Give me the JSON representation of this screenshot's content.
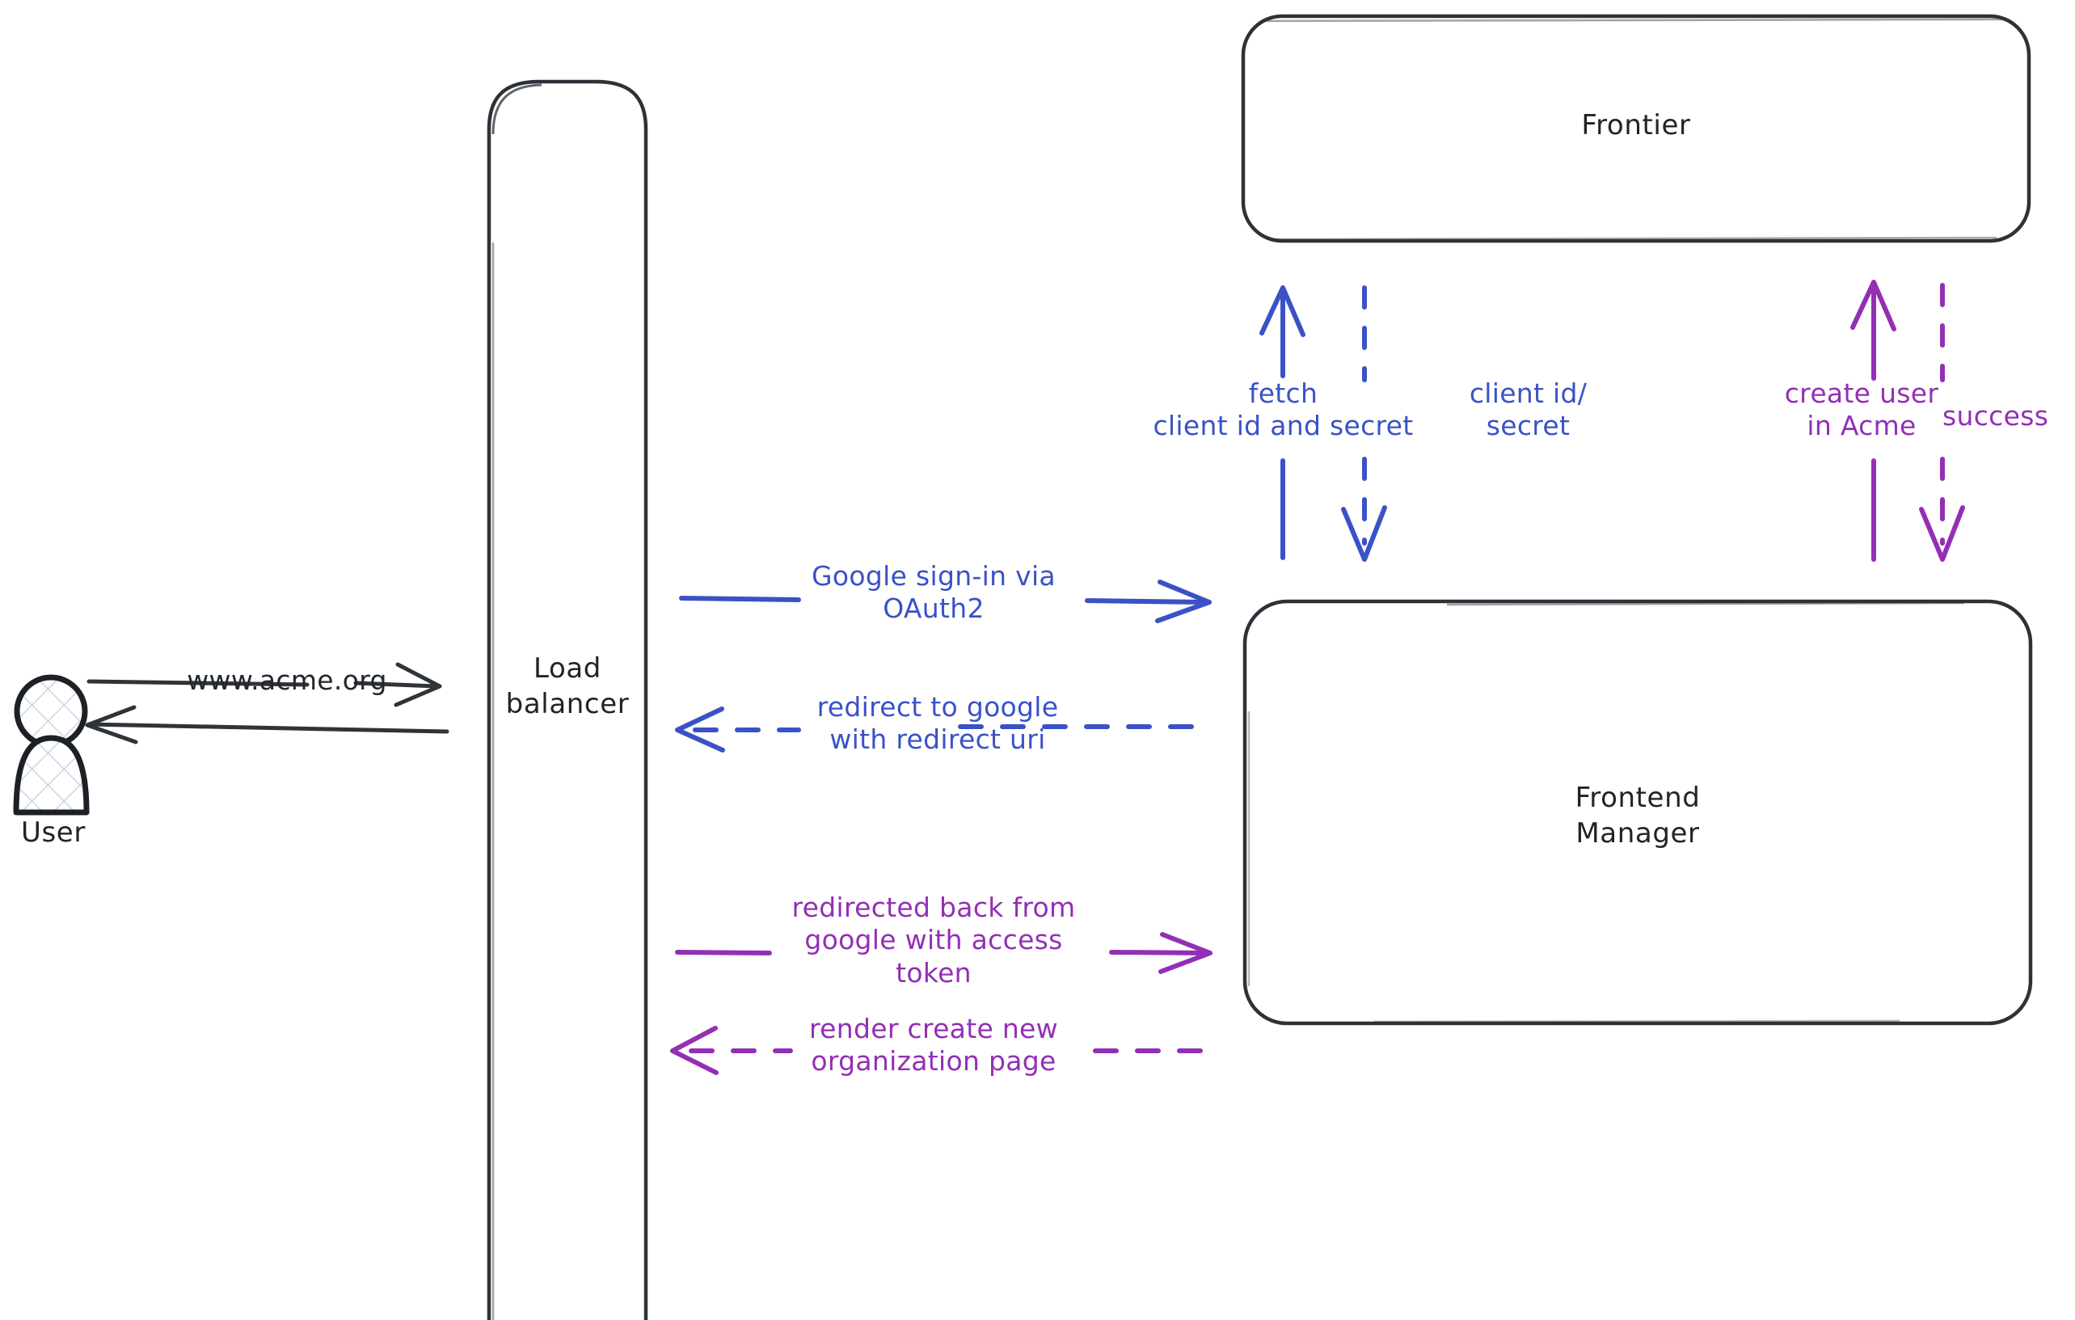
{
  "diagram": {
    "title": "Google OAuth2 sign-in sequence",
    "background": "#ffffff",
    "colors": {
      "stroke_dark": "#23272b",
      "blue": "#3a52c6",
      "purple": "#932fb5",
      "actor_fill": "#f4f6fb"
    }
  },
  "actors": [
    {
      "id": "user",
      "label": "User",
      "shape": "person-icon"
    }
  ],
  "nodes": [
    {
      "id": "load-balancer",
      "label": "Load\nbalancer",
      "shape": "rounded-rect"
    },
    {
      "id": "frontier",
      "label": "Frontier",
      "shape": "rounded-rect"
    },
    {
      "id": "frontend-manager",
      "label": "Frontend\nManager",
      "shape": "rounded-rect"
    }
  ],
  "edges": [
    {
      "id": "user-to-lb",
      "label": "www.acme.org",
      "color": "#23272b",
      "style": "solid",
      "direction": "right",
      "from": "user",
      "to": "load-balancer"
    },
    {
      "id": "lb-to-user",
      "label": "",
      "color": "#23272b",
      "style": "solid",
      "direction": "left",
      "from": "load-balancer",
      "to": "user"
    },
    {
      "id": "lb-to-fm-signin",
      "label": "Google sign-in via\nOAuth2",
      "color": "#3a52c6",
      "style": "solid",
      "direction": "right",
      "from": "load-balancer",
      "to": "frontend-manager"
    },
    {
      "id": "fm-to-lb-redirect",
      "label": "redirect to google\nwith redirect uri",
      "color": "#3a52c6",
      "style": "dashed",
      "direction": "left",
      "from": "frontend-manager",
      "to": "load-balancer"
    },
    {
      "id": "lb-to-fm-token",
      "label": "redirected back from\ngoogle with access\ntoken",
      "color": "#932fb5",
      "style": "solid",
      "direction": "right",
      "from": "load-balancer",
      "to": "frontend-manager"
    },
    {
      "id": "fm-to-lb-render",
      "label": "render create new\norganization page",
      "color": "#932fb5",
      "style": "dashed",
      "direction": "left",
      "from": "frontend-manager",
      "to": "load-balancer"
    },
    {
      "id": "fm-to-frontier-fetch",
      "label": "fetch\nclient id and secret",
      "color": "#3a52c6",
      "style": "solid",
      "direction": "up",
      "from": "frontend-manager",
      "to": "frontier"
    },
    {
      "id": "frontier-to-fm-creds",
      "label": "client id/\nsecret",
      "color": "#3a52c6",
      "style": "dashed",
      "direction": "down",
      "from": "frontier",
      "to": "frontend-manager"
    },
    {
      "id": "fm-to-frontier-create-user",
      "label": "create user\nin Acme",
      "color": "#932fb5",
      "style": "solid",
      "direction": "up",
      "from": "frontend-manager",
      "to": "frontier"
    },
    {
      "id": "frontier-to-fm-success",
      "label": "success",
      "color": "#932fb5",
      "style": "dashed",
      "direction": "down",
      "from": "frontier",
      "to": "frontend-manager"
    }
  ]
}
